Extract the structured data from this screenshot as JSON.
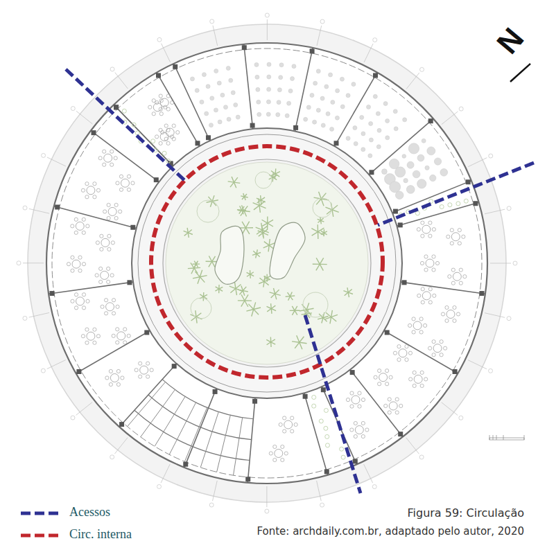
{
  "diagram": {
    "caption": "Figura 59: Circulação",
    "labels": [
      "N",
      "Fonte: archdaily.com.br, adaptado pelo autor, 2020"
    ],
    "legend": [
      {
        "text": "Acessos"
      },
      {
        "text": "Circ. interna"
      }
    ]
  }
}
